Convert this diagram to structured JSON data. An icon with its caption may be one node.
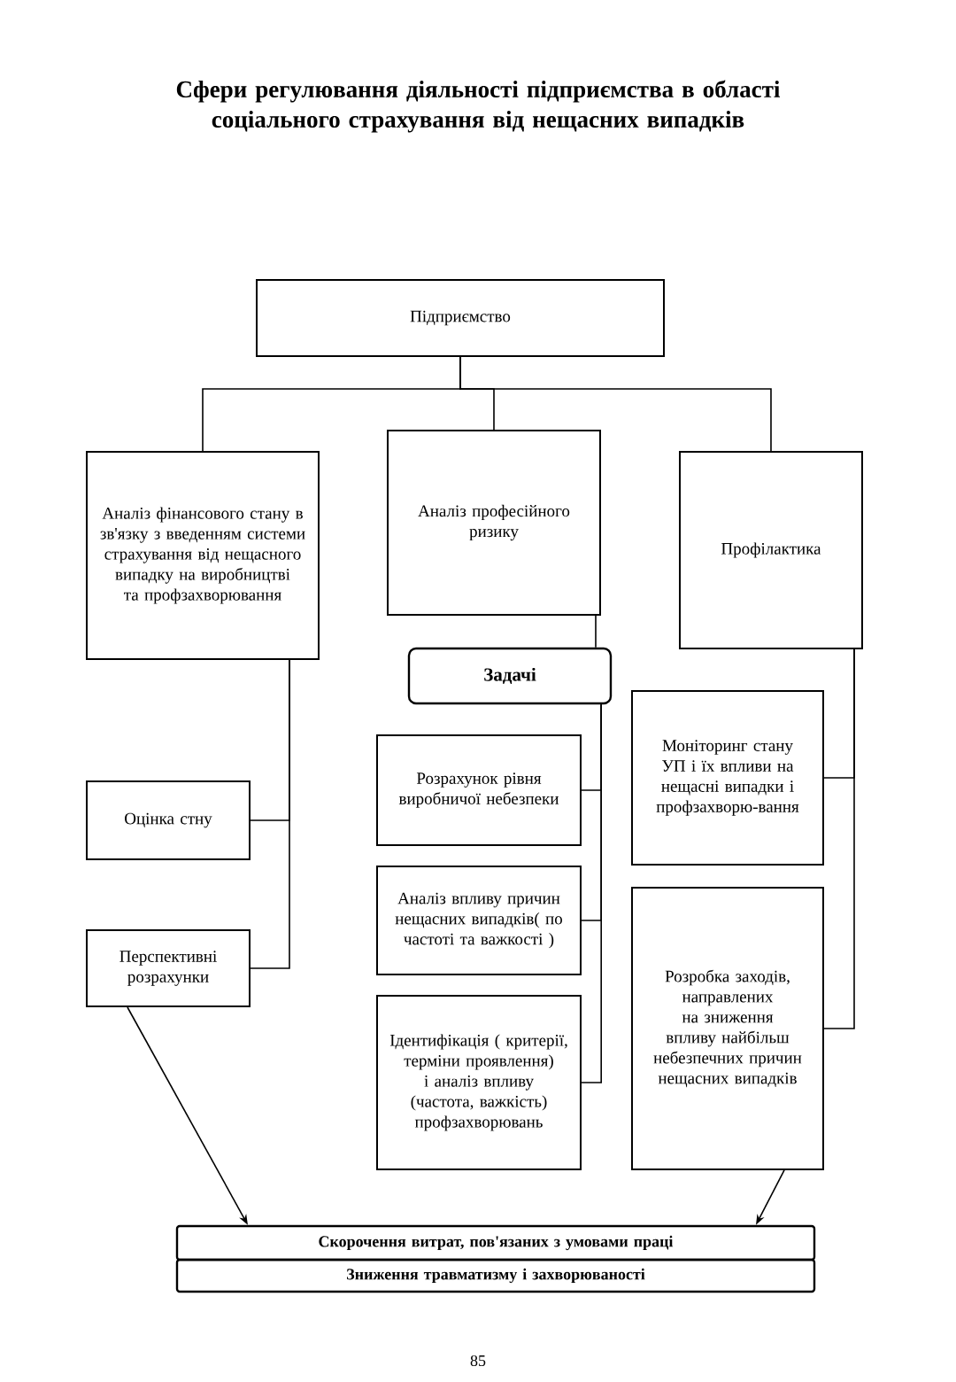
{
  "diagram": {
    "title": "Сфери регулювання діяльності підприємства в області соціального страхування від нещасних випадків",
    "nodes": [
      {
        "text": [
          "Підприємство"
        ]
      },
      {
        "text": [
          "Аналіз фінансового стану в зв'язку з введенням системи страхування від нещасного випадку на виробництві та профзахворювання"
        ]
      },
      {
        "text": [
          "Аналіз професійного ризику"
        ]
      },
      {
        "text": [
          "Профілактика"
        ]
      },
      {
        "text": [
          "Задачі"
        ]
      },
      {
        "text": [
          "Оцінка стну"
        ]
      },
      {
        "text": [
          "Перспективні розрахунки"
        ]
      },
      {
        "text": [
          "Розрахунок рівня виробничої небезпеки"
        ]
      },
      {
        "text": [
          "Аналіз впливу причин нещасних випадків( по частоті та важкості )"
        ]
      },
      {
        "text": [
          "Ідентифікація ( критерії, терміни проявлення) і аналіз впливу (частота, важкість) профзахворювань"
        ]
      },
      {
        "text": [
          "Моніторинг стану УП і їх впливи на нещасні випадки і профзахворю-вання"
        ]
      },
      {
        "text": [
          "Розробка заходів, направлених на зниження впливу найбільш небезпечних причин нещасних випадків"
        ]
      },
      {
        "text": [
          "Скорочення витрат, пов'язаних з умовами праці"
        ]
      },
      {
        "text": [
          "Зниження травматизму і захворюваності"
        ]
      }
    ],
    "edges": [
      {
        "from": 0,
        "to": 1,
        "arrow": "none"
      },
      {
        "from": 0,
        "to": 2,
        "arrow": "none"
      },
      {
        "from": 0,
        "to": 3,
        "arrow": "none"
      },
      {
        "from": 2,
        "to": 4,
        "arrow": "none"
      },
      {
        "from": 1,
        "to": 5,
        "arrow": "none"
      },
      {
        "from": 1,
        "to": 6,
        "arrow": "none"
      },
      {
        "from": 4,
        "to": 7,
        "arrow": "none"
      },
      {
        "from": 4,
        "to": 8,
        "arrow": "none"
      },
      {
        "from": 4,
        "to": 9,
        "arrow": "none"
      },
      {
        "from": 3,
        "to": 10,
        "arrow": "none"
      },
      {
        "from": 3,
        "to": 11,
        "arrow": "none"
      },
      {
        "from": 6,
        "to": 12,
        "arrow": "to"
      },
      {
        "from": 11,
        "to": 12,
        "arrow": "to"
      }
    ],
    "labels": [
      "85"
    ]
  }
}
